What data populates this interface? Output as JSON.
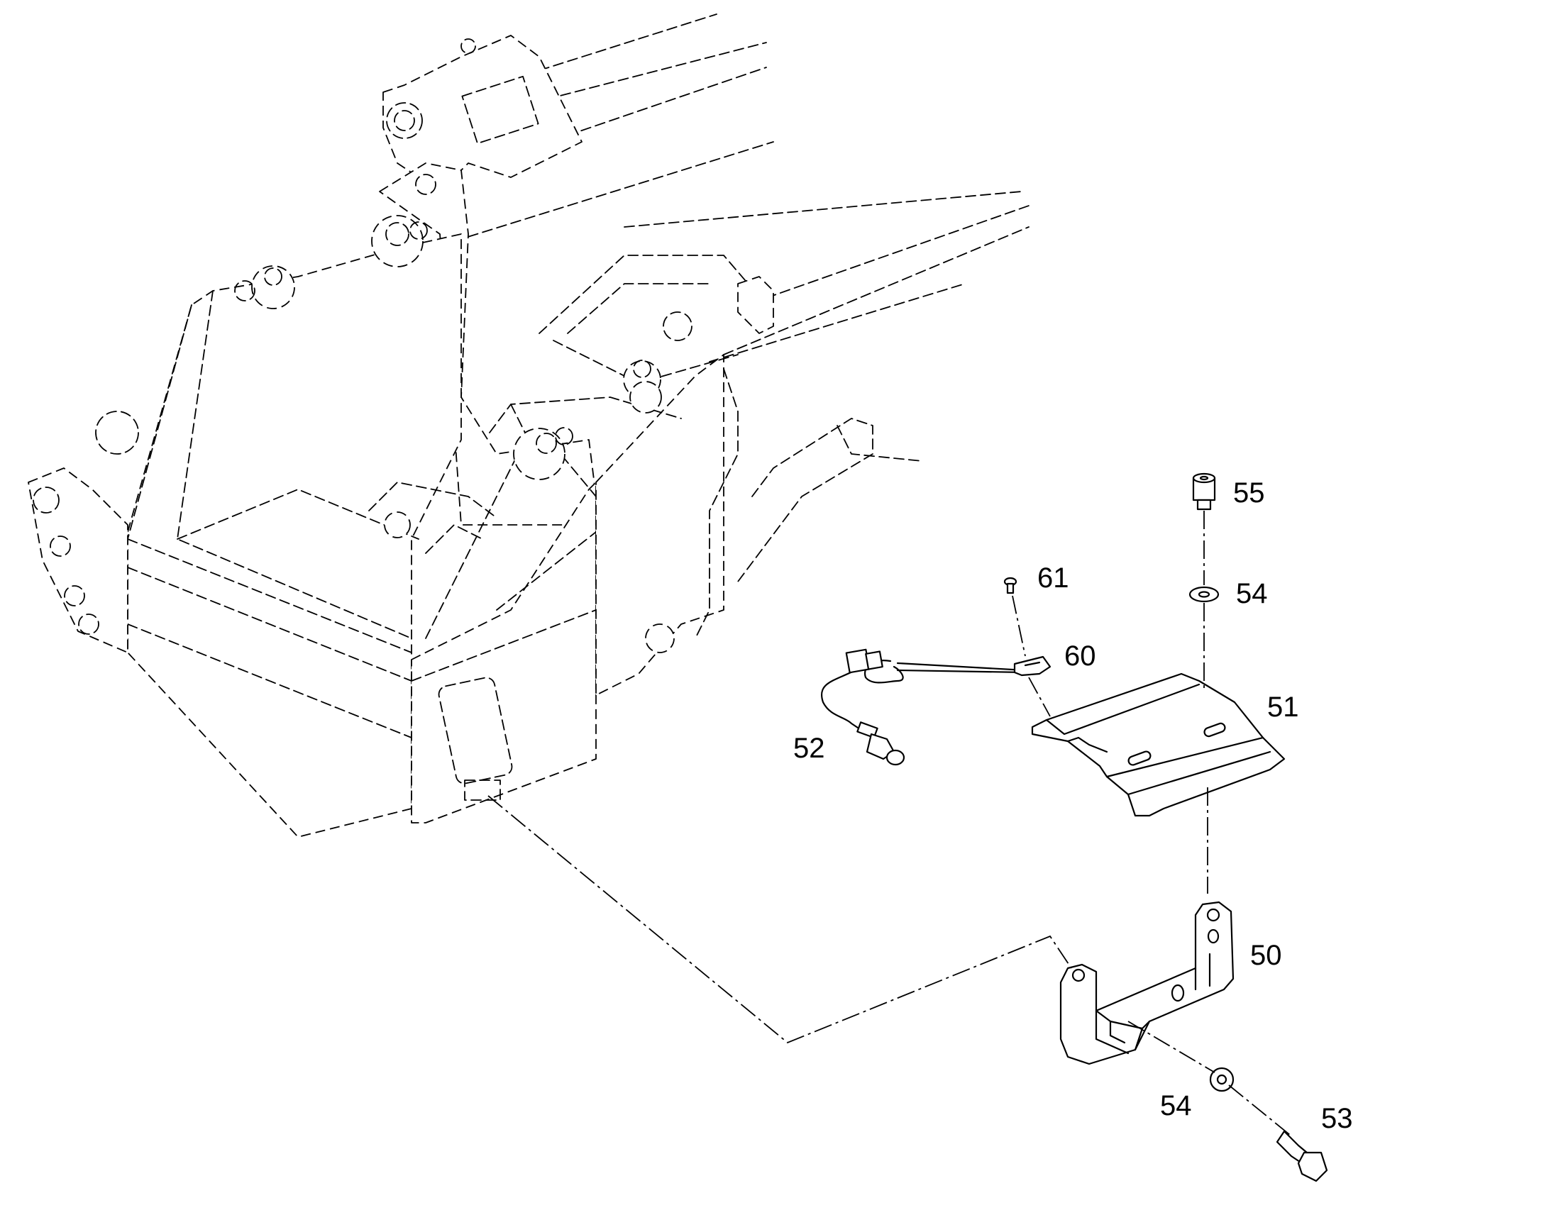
{
  "callouts": [
    {
      "id": "50",
      "label": "50"
    },
    {
      "id": "51",
      "label": "51"
    },
    {
      "id": "52",
      "label": "52"
    },
    {
      "id": "53",
      "label": "53"
    },
    {
      "id": "54a",
      "label": "54"
    },
    {
      "id": "54b",
      "label": "54"
    },
    {
      "id": "55",
      "label": "55"
    },
    {
      "id": "60",
      "label": "60"
    },
    {
      "id": "61",
      "label": "61"
    }
  ]
}
